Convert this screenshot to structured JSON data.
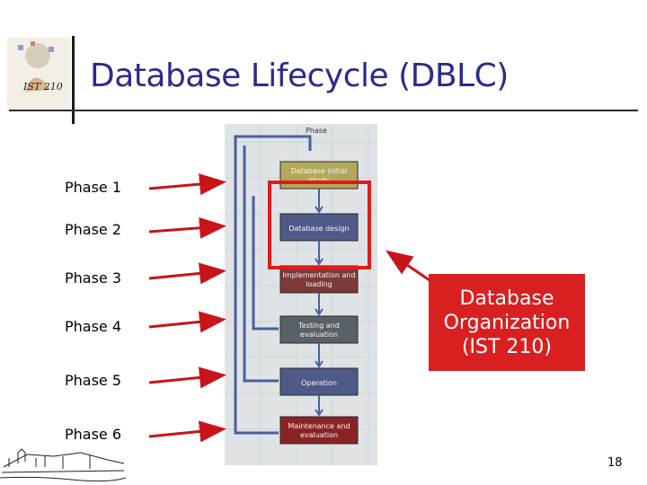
{
  "slide": {
    "title": "Database Lifecycle (DBLC)",
    "logo_text": "IST 210",
    "page_number": "18"
  },
  "phase_labels": [
    "Phase 1",
    "Phase 2",
    "Phase 3",
    "Phase 4",
    "Phase 5",
    "Phase 6"
  ],
  "diagram": {
    "header": "Phase",
    "steps": [
      {
        "label": "Database initial study",
        "color": "#b4a85a"
      },
      {
        "label": "Database design",
        "color": "#4f5a88"
      },
      {
        "label": "Implementation and loading",
        "color": "#7d3a3a"
      },
      {
        "label": "Testing and evaluation",
        "color": "#5a6166"
      },
      {
        "label": "Operation",
        "color": "#4f5a88"
      },
      {
        "label": "Maintenance and evaluation",
        "color": "#8a2424"
      }
    ]
  },
  "callout": {
    "lines": [
      "Database",
      "Organization",
      "(IST 210)"
    ],
    "background": "#d92020"
  },
  "colors": {
    "title": "#2b2b8c",
    "arrow": "#c8141b",
    "flow_lines": "#4a5fa0"
  }
}
